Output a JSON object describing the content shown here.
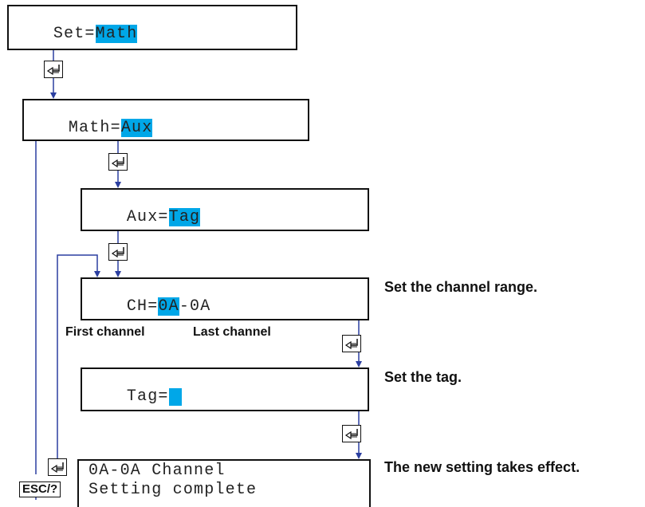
{
  "screens": {
    "set": {
      "prefix": "Set=",
      "value": "Math"
    },
    "math": {
      "prefix": "Math=",
      "value": "Aux"
    },
    "aux": {
      "prefix": "Aux=",
      "value": "Tag"
    },
    "channel": {
      "prefix": "CH=",
      "value": "0A",
      "suffix": "-0A"
    },
    "tag": {
      "prefix": "Tag=",
      "value": ""
    },
    "complete": {
      "line1": "0A-0A Channel",
      "line2": "Setting complete"
    }
  },
  "labels": {
    "first_channel": "First channel",
    "last_channel": "Last channel"
  },
  "notes": {
    "channel_range": "Set the channel range.",
    "tag": "Set the tag.",
    "effect": "The new setting takes effect."
  },
  "keys": {
    "esc": "ESC/?",
    "enter_icon": "enter-key-icon"
  },
  "colors": {
    "highlight": "#00a7e8",
    "flow_line": "#2b3fa0"
  }
}
